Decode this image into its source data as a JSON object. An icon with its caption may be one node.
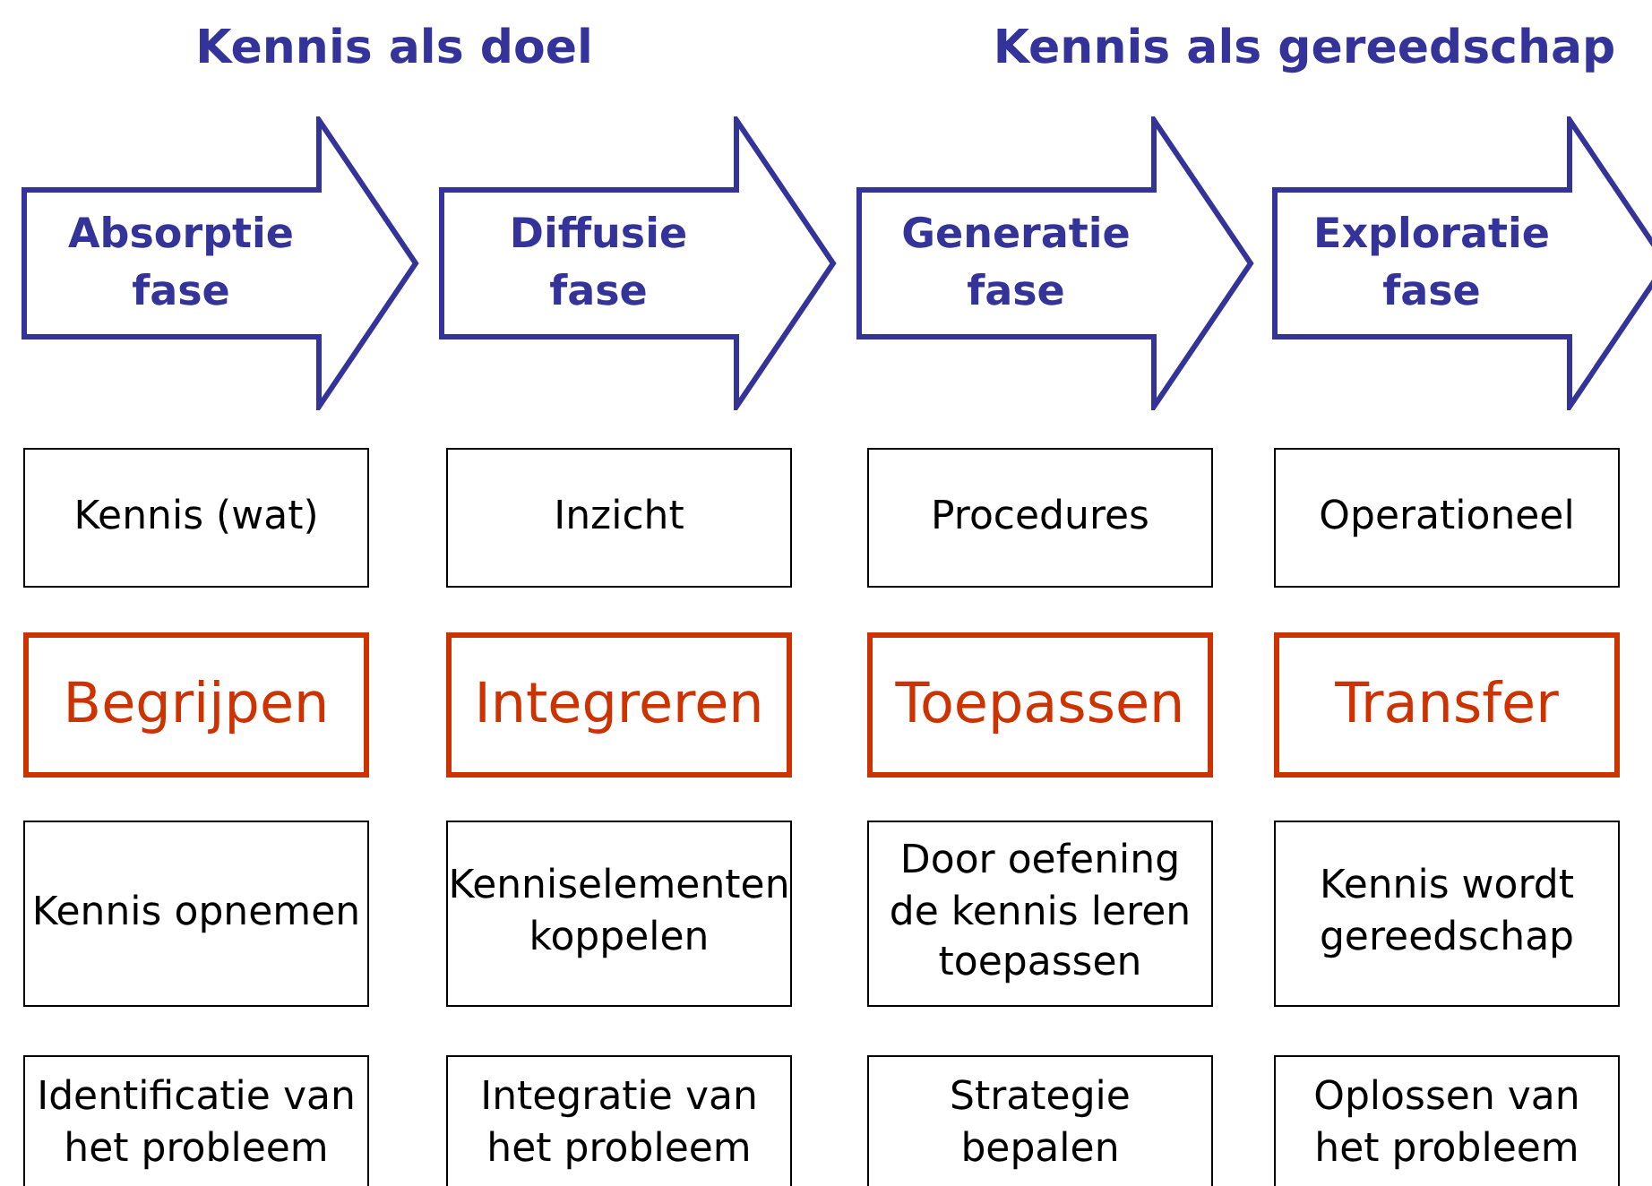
{
  "diagram": {
    "nodes": [
      {
        "text": [
          "Absorptie fase"
        ]
      },
      {
        "text": [
          "Diffusie fase"
        ]
      },
      {
        "text": [
          "Generatie fase"
        ]
      },
      {
        "text": [
          "Exploratie fase"
        ]
      },
      {
        "text": [
          "Kennis (wat)"
        ]
      },
      {
        "text": [
          "Inzicht"
        ]
      },
      {
        "text": [
          "Procedures"
        ]
      },
      {
        "text": [
          "Operationeel"
        ]
      },
      {
        "text": [
          "Begrijpen"
        ]
      },
      {
        "text": [
          "Integreren"
        ]
      },
      {
        "text": [
          "Toepassen"
        ]
      },
      {
        "text": [
          "Transfer"
        ]
      },
      {
        "text": [
          "Kennis opnemen"
        ]
      },
      {
        "text": [
          "Kenniselementen koppelen"
        ]
      },
      {
        "text": [
          "Door oefening de kennis leren toepassen"
        ]
      },
      {
        "text": [
          "Kennis wordt gereedschap"
        ]
      },
      {
        "text": [
          "Identificatie van het probleem"
        ]
      },
      {
        "text": [
          "Integratie van het probleem"
        ]
      },
      {
        "text": [
          "Strategie bepalen"
        ]
      },
      {
        "text": [
          "Oplossen van het probleem"
        ]
      }
    ],
    "labels": [
      "Kennis als doel",
      "Kennis als gereedschap"
    ]
  }
}
